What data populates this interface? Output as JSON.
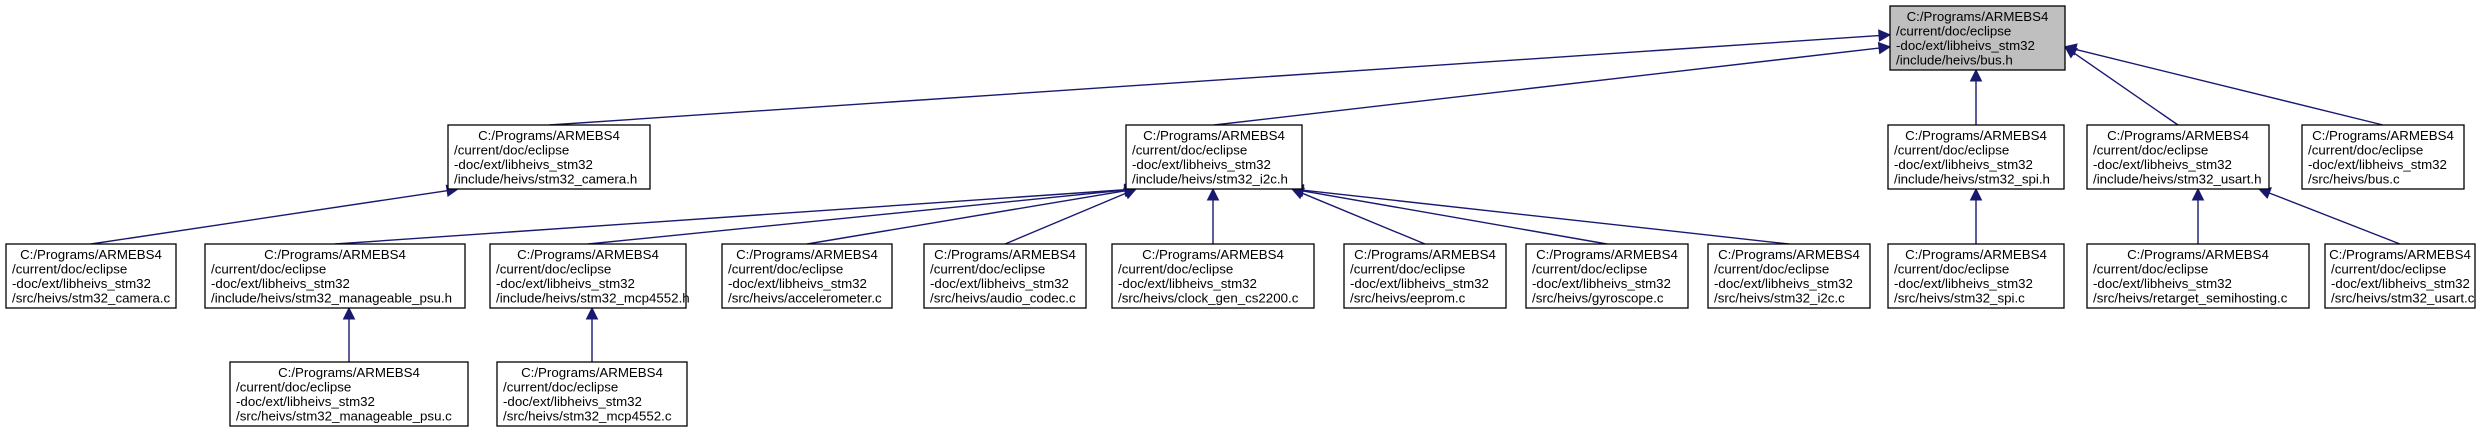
{
  "nodes": [
    {
      "id": "bus_h",
      "root": true,
      "lines": [
        "C:/Programs/ARMEBS4",
        "/current/doc/eclipse",
        "-doc/ext/libheivs_stm32",
        "/include/heivs/bus.h"
      ]
    },
    {
      "id": "camera_h",
      "lines": [
        "C:/Programs/ARMEBS4",
        "/current/doc/eclipse",
        "-doc/ext/libheivs_stm32",
        "/include/heivs/stm32_camera.h"
      ]
    },
    {
      "id": "i2c_h",
      "lines": [
        "C:/Programs/ARMEBS4",
        "/current/doc/eclipse",
        "-doc/ext/libheivs_stm32",
        "/include/heivs/stm32_i2c.h"
      ]
    },
    {
      "id": "spi_h",
      "lines": [
        "C:/Programs/ARMEBS4",
        "/current/doc/eclipse",
        "-doc/ext/libheivs_stm32",
        "/include/heivs/stm32_spi.h"
      ]
    },
    {
      "id": "usart_h",
      "lines": [
        "C:/Programs/ARMEBS4",
        "/current/doc/eclipse",
        "-doc/ext/libheivs_stm32",
        "/include/heivs/stm32_usart.h"
      ]
    },
    {
      "id": "bus_c",
      "lines": [
        "C:/Programs/ARMEBS4",
        "/current/doc/eclipse",
        "-doc/ext/libheivs_stm32",
        "/src/heivs/bus.c"
      ]
    },
    {
      "id": "camera_c",
      "lines": [
        "C:/Programs/ARMEBS4",
        "/current/doc/eclipse",
        "-doc/ext/libheivs_stm32",
        "/src/heivs/stm32_camera.c"
      ]
    },
    {
      "id": "manageable_psu_h",
      "lines": [
        "C:/Programs/ARMEBS4",
        "/current/doc/eclipse",
        "-doc/ext/libheivs_stm32",
        "/include/heivs/stm32_manageable_psu.h"
      ]
    },
    {
      "id": "mcp4552_h",
      "lines": [
        "C:/Programs/ARMEBS4",
        "/current/doc/eclipse",
        "-doc/ext/libheivs_stm32",
        "/include/heivs/stm32_mcp4552.h"
      ]
    },
    {
      "id": "accelerometer_c",
      "lines": [
        "C:/Programs/ARMEBS4",
        "/current/doc/eclipse",
        "-doc/ext/libheivs_stm32",
        "/src/heivs/accelerometer.c"
      ]
    },
    {
      "id": "audio_codec_c",
      "lines": [
        "C:/Programs/ARMEBS4",
        "/current/doc/eclipse",
        "-doc/ext/libheivs_stm32",
        "/src/heivs/audio_codec.c"
      ]
    },
    {
      "id": "clock_gen_c",
      "lines": [
        "C:/Programs/ARMEBS4",
        "/current/doc/eclipse",
        "-doc/ext/libheivs_stm32",
        "/src/heivs/clock_gen_cs2200.c"
      ]
    },
    {
      "id": "eeprom_c",
      "lines": [
        "C:/Programs/ARMEBS4",
        "/current/doc/eclipse",
        "-doc/ext/libheivs_stm32",
        "/src/heivs/eeprom.c"
      ]
    },
    {
      "id": "gyroscope_c",
      "lines": [
        "C:/Programs/ARMEBS4",
        "/current/doc/eclipse",
        "-doc/ext/libheivs_stm32",
        "/src/heivs/gyroscope.c"
      ]
    },
    {
      "id": "i2c_c",
      "lines": [
        "C:/Programs/ARMEBS4",
        "/current/doc/eclipse",
        "-doc/ext/libheivs_stm32",
        "/src/heivs/stm32_i2c.c"
      ]
    },
    {
      "id": "spi_c",
      "lines": [
        "C:/Programs/ARMEBS4",
        "/current/doc/eclipse",
        "-doc/ext/libheivs_stm32",
        "/src/heivs/stm32_spi.c"
      ]
    },
    {
      "id": "retarget_c",
      "lines": [
        "C:/Programs/ARMEBS4",
        "/current/doc/eclipse",
        "-doc/ext/libheivs_stm32",
        "/src/heivs/retarget_semihosting.c"
      ]
    },
    {
      "id": "usart_c",
      "lines": [
        "C:/Programs/ARMEBS4",
        "/current/doc/eclipse",
        "-doc/ext/libheivs_stm32",
        "/src/heivs/stm32_usart.c"
      ]
    },
    {
      "id": "manageable_psu_c",
      "lines": [
        "C:/Programs/ARMEBS4",
        "/current/doc/eclipse",
        "-doc/ext/libheivs_stm32",
        "/src/heivs/stm32_manageable_psu.c"
      ]
    },
    {
      "id": "mcp4552_c",
      "lines": [
        "C:/Programs/ARMEBS4",
        "/current/doc/eclipse",
        "-doc/ext/libheivs_stm32",
        "/src/heivs/stm32_mcp4552.c"
      ]
    }
  ],
  "edges": [
    {
      "from": "camera_h",
      "to": "bus_h"
    },
    {
      "from": "i2c_h",
      "to": "bus_h"
    },
    {
      "from": "spi_h",
      "to": "bus_h"
    },
    {
      "from": "usart_h",
      "to": "bus_h"
    },
    {
      "from": "bus_c",
      "to": "bus_h"
    },
    {
      "from": "camera_c",
      "to": "camera_h"
    },
    {
      "from": "manageable_psu_h",
      "to": "i2c_h"
    },
    {
      "from": "mcp4552_h",
      "to": "i2c_h"
    },
    {
      "from": "accelerometer_c",
      "to": "i2c_h"
    },
    {
      "from": "audio_codec_c",
      "to": "i2c_h"
    },
    {
      "from": "clock_gen_c",
      "to": "i2c_h"
    },
    {
      "from": "eeprom_c",
      "to": "i2c_h"
    },
    {
      "from": "gyroscope_c",
      "to": "i2c_h"
    },
    {
      "from": "i2c_c",
      "to": "i2c_h"
    },
    {
      "from": "spi_c",
      "to": "spi_h"
    },
    {
      "from": "retarget_c",
      "to": "usart_h"
    },
    {
      "from": "usart_c",
      "to": "usart_h"
    },
    {
      "from": "manageable_psu_c",
      "to": "manageable_psu_h"
    },
    {
      "from": "mcp4552_c",
      "to": "mcp4552_h"
    }
  ]
}
